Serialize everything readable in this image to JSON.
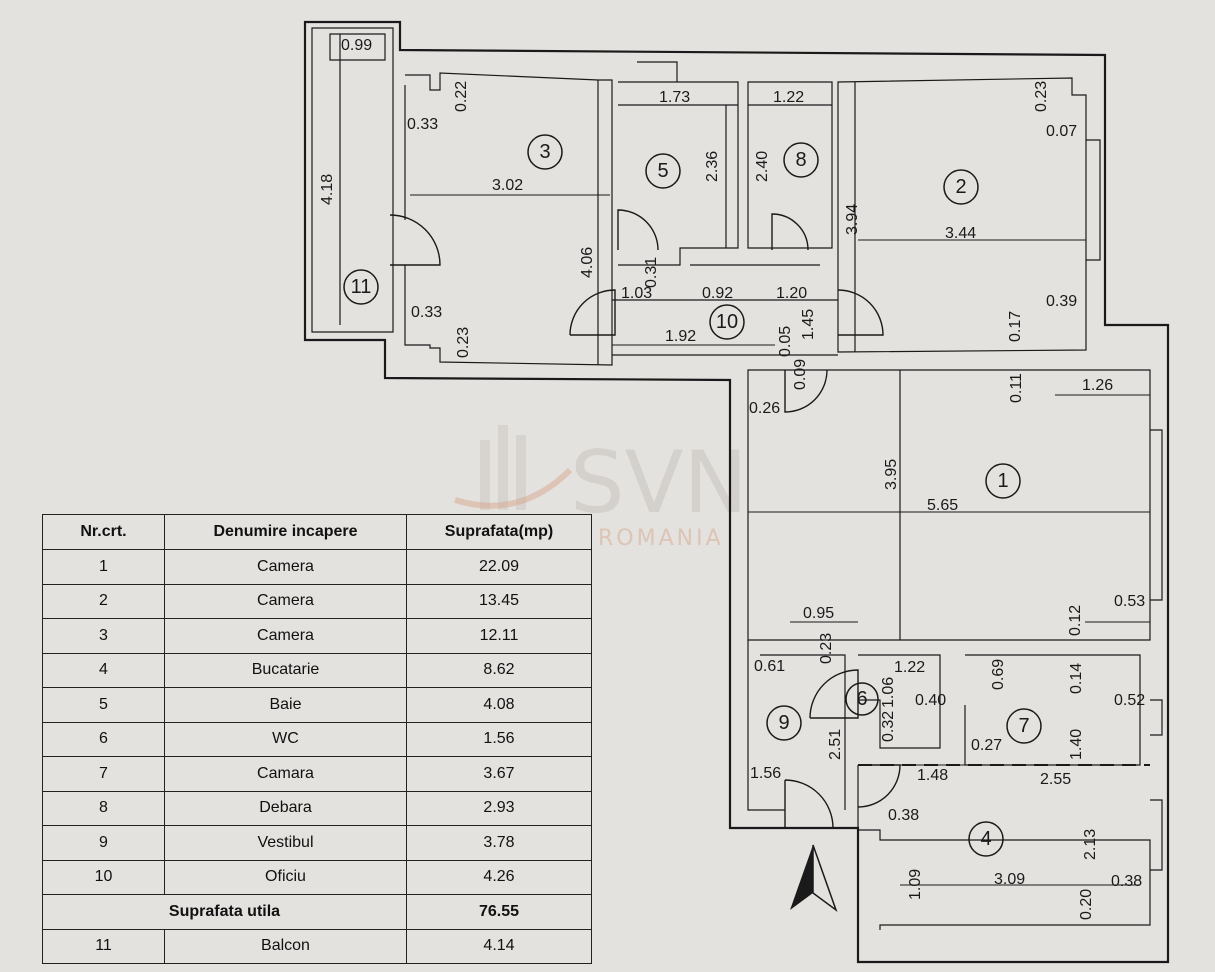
{
  "plan": {
    "rooms": [
      {
        "number": "1"
      },
      {
        "number": "2"
      },
      {
        "number": "3"
      },
      {
        "number": "4"
      },
      {
        "number": "5"
      },
      {
        "number": "6"
      },
      {
        "number": "7"
      },
      {
        "number": "8"
      },
      {
        "number": "9"
      },
      {
        "number": "10"
      },
      {
        "number": "11"
      }
    ],
    "dimensions": [
      "0.99",
      "0.22",
      "0.33",
      "3.02",
      "4.18",
      "4.06",
      "0.33",
      "0.23",
      "1.73",
      "2.36",
      "1.22",
      "2.40",
      "0.31",
      "1.03",
      "0.92",
      "1.20",
      "1.92",
      "0.05",
      "1.45",
      "0.09",
      "0.26",
      "0.23",
      "0.07",
      "3.44",
      "3.94",
      "0.39",
      "0.17",
      "0.11",
      "1.26",
      "3.95",
      "5.65",
      "0.12",
      "0.53",
      "0.95",
      "0.23",
      "0.61",
      "1.22",
      "0.32",
      "1.06",
      "0.40",
      "0.69",
      "0.14",
      "0.52",
      "0.27",
      "1.40",
      "2.51",
      "1.56",
      "1.48",
      "2.55",
      "0.38",
      "2.13",
      "1.09",
      "3.09",
      "0.20",
      "0.38"
    ],
    "watermark": {
      "brand": "SVN",
      "sub": "ROMANIA"
    },
    "north_arrow": "north-arrow-icon"
  },
  "table": {
    "headers": [
      "Nr.crt.",
      "Denumire incapere",
      "Suprafata(mp)"
    ],
    "rows": [
      {
        "nr": "1",
        "name": "Camera",
        "area": "22.09"
      },
      {
        "nr": "2",
        "name": "Camera",
        "area": "13.45"
      },
      {
        "nr": "3",
        "name": "Camera",
        "area": "12.11"
      },
      {
        "nr": "4",
        "name": "Bucatarie",
        "area": "8.62"
      },
      {
        "nr": "5",
        "name": "Baie",
        "area": "4.08"
      },
      {
        "nr": "6",
        "name": "WC",
        "area": "1.56"
      },
      {
        "nr": "7",
        "name": "Camara",
        "area": "3.67"
      },
      {
        "nr": "8",
        "name": "Debara",
        "area": "2.93"
      },
      {
        "nr": "9",
        "name": "Vestibul",
        "area": "3.78"
      },
      {
        "nr": "10",
        "name": "Oficiu",
        "area": "4.26"
      }
    ],
    "total": {
      "label": "Suprafata utila",
      "area": "76.55"
    },
    "extra": {
      "nr": "11",
      "name": "Balcon",
      "area": "4.14"
    }
  }
}
